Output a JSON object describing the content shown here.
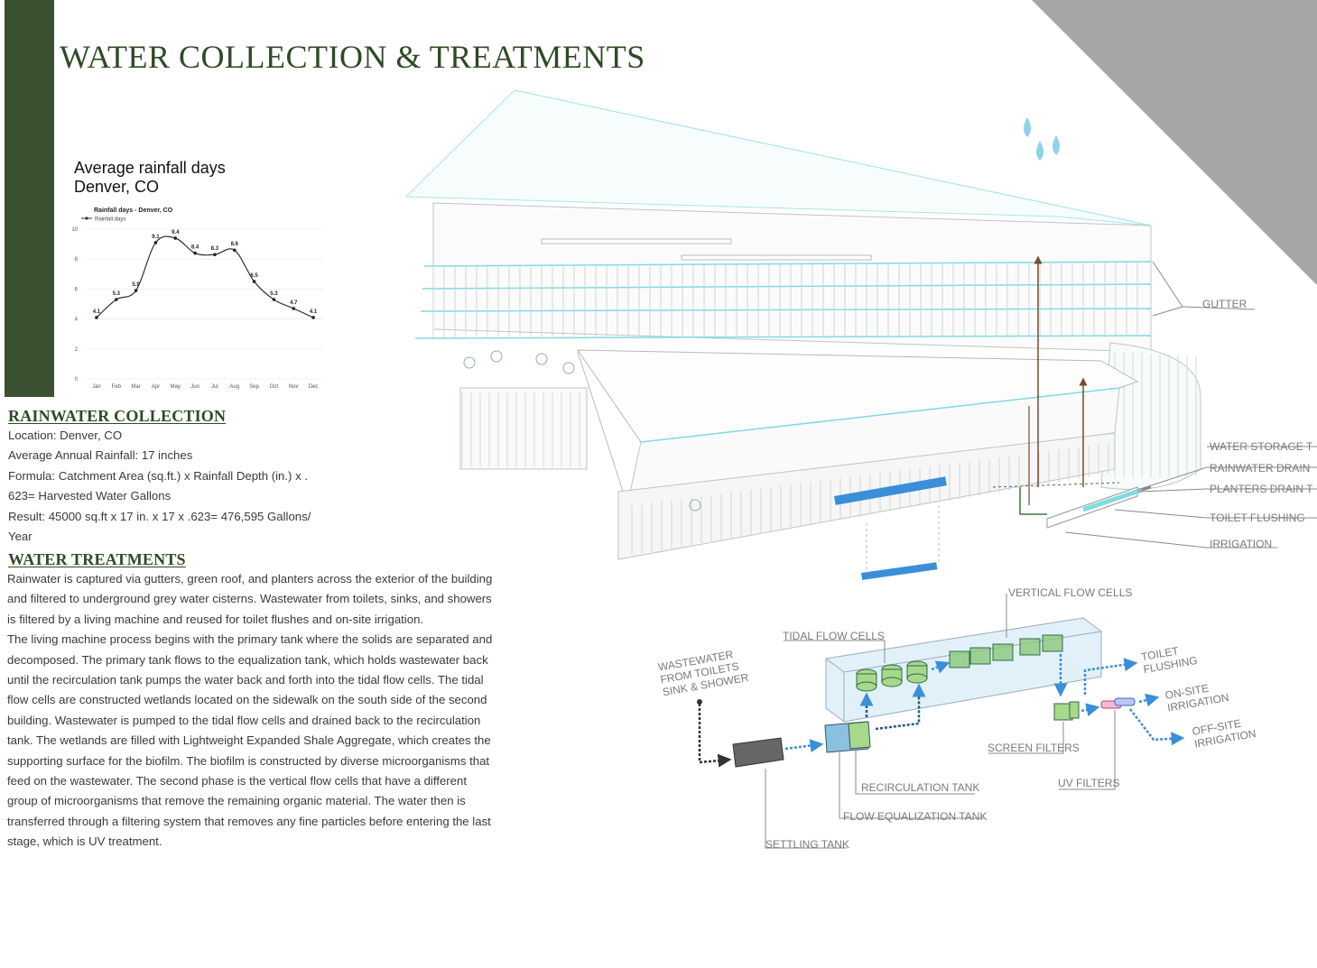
{
  "title": "WATER COLLECTION & TREATMENTS",
  "colors": {
    "brand_green": "#3b5232",
    "title_green": "#2f4a26",
    "corner_gray": "#a6a6a6",
    "water_cyan": "#7fdce0",
    "water_blue": "#3a8fd8",
    "pipe_brown": "#7a4a2a",
    "pipe_green": "#3c7a3c"
  },
  "chart_heading": {
    "line1": "Average rainfall days",
    "line2": "Denver, CO"
  },
  "chart_data": {
    "type": "line",
    "title": "Rainfall days - Denver, CO",
    "legend": "Rainfall days",
    "categories": [
      "Jan",
      "Feb",
      "Mar",
      "Apr",
      "May",
      "Jun",
      "Jul",
      "Aug",
      "Sep",
      "Oct",
      "Nov",
      "Dec"
    ],
    "values": [
      4.1,
      5.3,
      5.9,
      9.1,
      9.4,
      8.4,
      8.3,
      8.6,
      6.5,
      5.3,
      4.7,
      4.1
    ],
    "value_labels": [
      "4.1",
      "5.3",
      "5.9",
      "9.1",
      "9.4",
      "8.4",
      "8.3",
      "8.6",
      "6.5",
      "5.3",
      "4.7",
      "4.1"
    ],
    "ylim": [
      0,
      10
    ],
    "yticks": [
      "0",
      "2",
      "4",
      "6",
      "8",
      "10"
    ],
    "grid": true,
    "legend_position": "top-left"
  },
  "rainwater": {
    "heading": "RAINWATER COLLECTION",
    "lines": [
      "Location: Denver, CO",
      "Average Annual Rainfall: 17 inches",
      "Formula: Catchment Area (sq.ft.) x Rainfall Depth (in.) x .",
      "623= Harvested Water Gallons",
      "Result: 45000 sq.ft x 17 in. x 17 x .623= 476,595 Gallons/",
      "Year"
    ]
  },
  "treatments": {
    "heading": "WATER TREATMENTS",
    "p1": "Rainwater is captured via gutters, green roof, and planters across the exterior of the building and filtered to underground grey water cisterns. Wastewater from toilets, sinks, and showers is filtered by a living machine and reused for toilet flushes and on-site irrigation.",
    "p2": "The living machine process begins with the primary tank where the solids are separated and decomposed. The primary tank flows to the equalization tank, which holds wastewater back until the recirculation tank pumps the water back and forth into the tidal flow cells. The tidal flow cells are constructed wetlands located on the sidewalk on the south side of the second building. Wastewater is pumped to the tidal flow cells and drained back to the recirculation tank. The wetlands are filled with Lightweight Expanded Shale Aggregate, which creates the supporting surface for the biofilm. The biofilm is constructed by diverse microorganisms that feed on the wastewater. The second phase is the vertical flow cells that have a different group of microorganisms that remove the remaining organic material. The water then is transferred through a filtering system that removes any fine particles before entering the last stage, which is UV treatment."
  },
  "building_labels": {
    "gutter": "GUTTER",
    "water_storage": "WATER STORAGE T",
    "rainwater_drain": "RAINWATER DRAIN",
    "planters_drain": "PLANTERS DRAIN T",
    "toilet_flushing": "TOILET FLUSHING",
    "irrigation": "IRRIGATION"
  },
  "process_labels": {
    "vertical_flow_cells": "VERTICAL FLOW CELLS",
    "tidal_flow_cells": "TIDAL FLOW CELLS",
    "wastewater": [
      "WASTEWATER",
      "FROM TOILETS",
      "SINK & SHOWER"
    ],
    "toilet_flushing": [
      "TOILET",
      "FLUSHING"
    ],
    "onsite_irrigation": [
      "ON-SITE",
      "IRRIGATION"
    ],
    "offsite_irrigation": [
      "OFF-SITE",
      "IRRIGATION"
    ],
    "screen_filters": "SCREEN FILTERS",
    "uv_filters": "UV FILTERS",
    "recirculation_tank": "RECIRCULATION TANK",
    "flow_equalization_tank": "FLOW EQUALIZATION TANK",
    "settling_tank": "SETTLING TANK"
  }
}
